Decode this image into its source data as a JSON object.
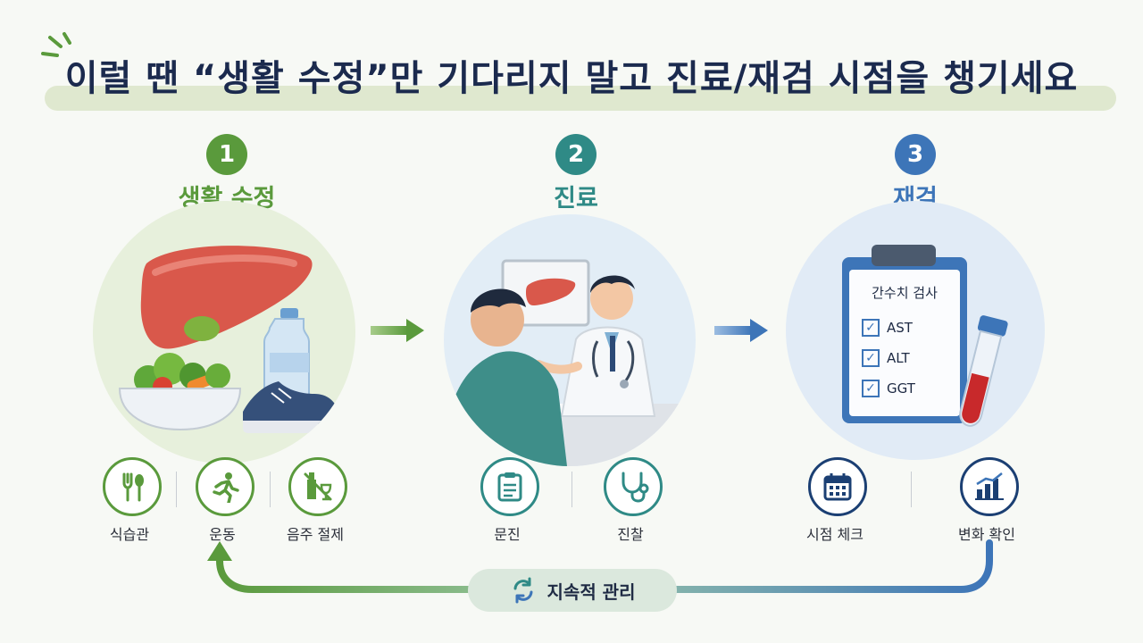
{
  "title": "이럴 땐 “생활 수정”만 기다리지 말고 진료/재검 시점을 챙기세요",
  "steps": [
    {
      "number": "1",
      "title": "생활 수정",
      "color": "#5a9a3c",
      "icons": [
        {
          "icon": "fork-spoon-icon",
          "label": "식습관"
        },
        {
          "icon": "running-person-icon",
          "label": "운동"
        },
        {
          "icon": "no-alcohol-icon",
          "label": "음주 절제"
        }
      ]
    },
    {
      "number": "2",
      "title": "진료",
      "color": "#2f8a86",
      "icons": [
        {
          "icon": "clipboard-icon",
          "label": "문진"
        },
        {
          "icon": "stethoscope-icon",
          "label": "진찰"
        }
      ]
    },
    {
      "number": "3",
      "title": "재검",
      "color": "#3d75b8",
      "clipboard": {
        "heading": "간수치 검사",
        "items": [
          "AST",
          "ALT",
          "GGT"
        ]
      },
      "icons": [
        {
          "icon": "calendar-icon",
          "label": "시점 체크"
        },
        {
          "icon": "bar-chart-icon",
          "label": "변화 확인"
        }
      ]
    }
  ],
  "cycle": {
    "label": "지속적 관리",
    "icon": "refresh-cycle-icon"
  },
  "colors": {
    "green": "#5a9a3c",
    "teal": "#2f8a86",
    "blue": "#3d75b8",
    "navy": "#1b2a4e"
  }
}
